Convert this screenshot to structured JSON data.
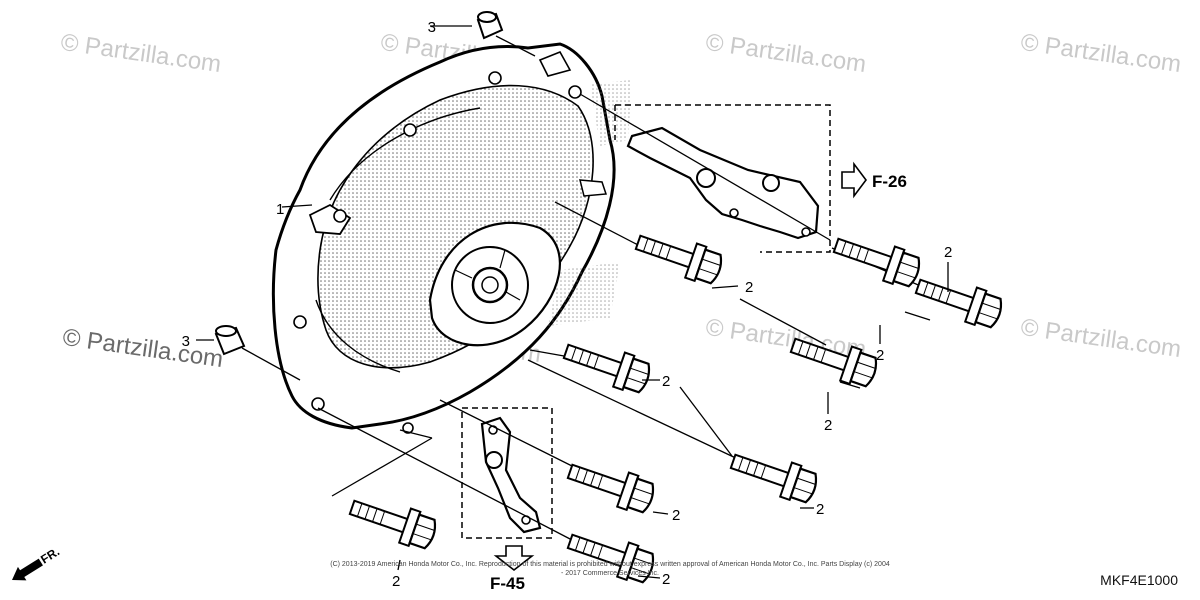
{
  "watermark": {
    "text": "© Partzilla.com"
  },
  "diagram_code": "MKF4E1000",
  "copyright": "(C) 2013-2019 American Honda Motor Co., Inc. Reproduction of this material is prohibited without express written approval of American Honda Motor Co., Inc. Parts Display (c) 2004 - 2017 Commerce Services Inc.",
  "refs": {
    "f26": "F-26",
    "f45": "F-45",
    "fr": "FR."
  },
  "callouts": {
    "cover": "1",
    "bolt": "2",
    "dowel": "3"
  }
}
